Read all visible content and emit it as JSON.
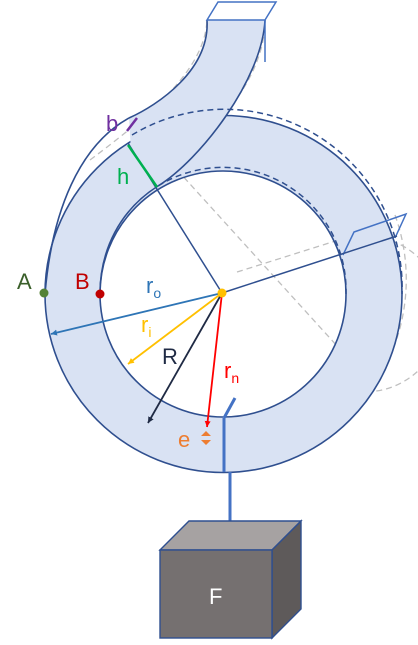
{
  "labels": {
    "A": "A",
    "B": "B",
    "b": "b",
    "h": "h",
    "r_o": "r",
    "r_o_sub": "o",
    "r_i": "r",
    "r_i_sub": "i",
    "R": "R",
    "r_n": "r",
    "r_n_sub": "n",
    "e": "e",
    "F": "F"
  },
  "colors": {
    "ring_fill": "#d9e2f3",
    "ring_stroke": "#2f4f8f",
    "bar_blue": "#4472c4",
    "dashed_light": "#bfbfbf",
    "dashed_dark": "#2f4f8f",
    "A": "#548235",
    "B": "#c00000",
    "b": "#7030a0",
    "h": "#00b050",
    "r_o": "#2e75b6",
    "r_i": "#ffc000",
    "R": "#1f2a44",
    "r_n": "#ff0000",
    "e": "#ed7d31",
    "box_front": "#757070",
    "box_top": "#a6a2a2",
    "box_side": "#5e5a5a",
    "box_stroke": "#2f4f8f",
    "box_label": "#ffffff"
  }
}
